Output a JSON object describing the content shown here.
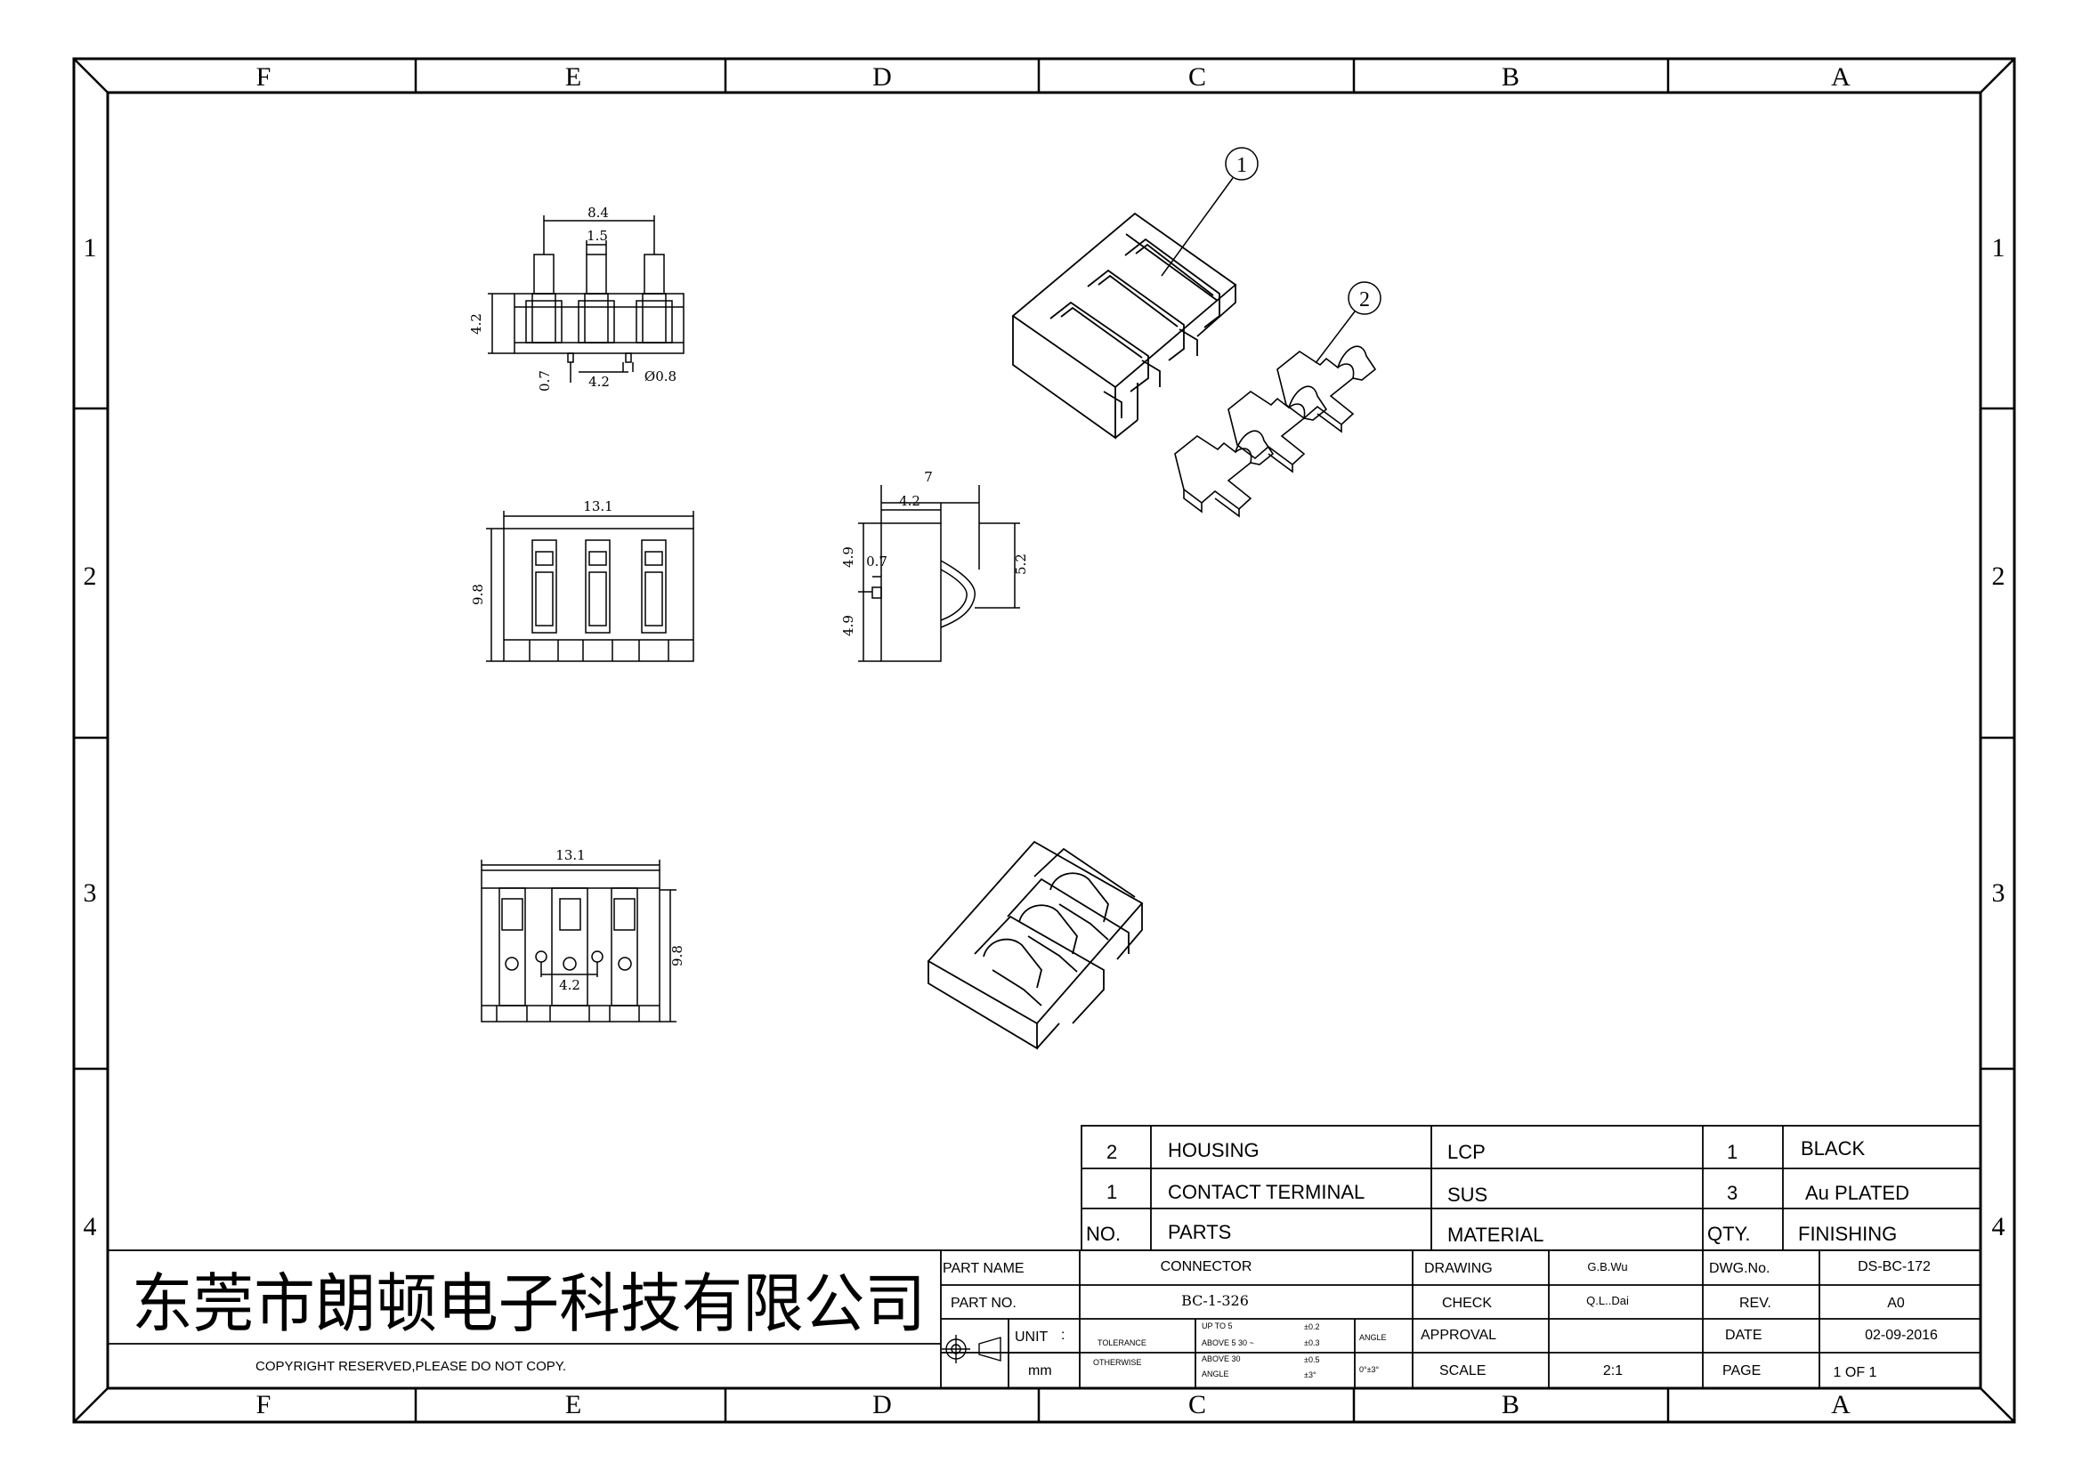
{
  "frame": {
    "columns": [
      "F",
      "E",
      "D",
      "C",
      "B",
      "A"
    ],
    "rows": [
      "1",
      "2",
      "3",
      "4"
    ]
  },
  "dimensions": {
    "front_pitch_overall": "8.4",
    "front_slot": "1.5",
    "front_height": "4.2",
    "front_pin": "0.7",
    "front_pitch": "4.2",
    "front_hole": "Ø0.8",
    "top_width": "13.1",
    "top_depth": "9.8",
    "side_overall": "7",
    "side_body": "4.2",
    "side_upper": "4.9",
    "side_lower": "4.9",
    "side_tab": "0.7",
    "side_contact": "5.2",
    "bottom_width": "13.1",
    "bottom_depth": "9.8",
    "bottom_pitch": "4.2"
  },
  "balloons": {
    "housing": "1",
    "terminal": "2"
  },
  "bom": {
    "rows": [
      {
        "no": "2",
        "part": "HOUSING",
        "material": "LCP",
        "qty": "1",
        "finish": "BLACK"
      },
      {
        "no": "1",
        "part": "CONTACT TERMINAL",
        "material": "SUS",
        "qty": "3",
        "finish": "Au PLATED"
      }
    ],
    "header": {
      "no": "NO.",
      "part": "PARTS",
      "material": "MATERIAL",
      "qty": "QTY.",
      "finish": "FINISHING"
    }
  },
  "title_block": {
    "company": "东莞市朗顿电子科技有限公司",
    "copyright": "COPYRIGHT RESERVED,PLEASE DO NOT COPY.",
    "part_name_label": "PART NAME",
    "part_name": "CONNECTOR",
    "part_no_label": "PART NO.",
    "part_no": "BC-1-326",
    "unit_label": "UNIT",
    "unit_colon": ":",
    "unit": "mm",
    "tolerance_label": "TOLERANCE",
    "otherwise_label": "OTHERWISE",
    "tol_rows": [
      {
        "range": "UP TO 5",
        "value": "±0.2"
      },
      {
        "range": "ABOVE 5  30 ~",
        "value": "±0.3"
      },
      {
        "range": "ABOVE 30",
        "value": "±0.5"
      },
      {
        "range": "ANGLE",
        "value": "±3°"
      }
    ],
    "angle_label": "ANGLE",
    "angle_value": "0°±3°",
    "drawing_label": "DRAWING",
    "drawing": "G.B.Wu",
    "check_label": "CHECK",
    "check": "Q.L..Dai",
    "approval_label": "APPROVAL",
    "approval": "",
    "scale_label": "SCALE",
    "scale": "2:1",
    "dwg_no_label": "DWG.No.",
    "dwg_no": "DS-BC-172",
    "rev_label": "REV.",
    "rev": "A0",
    "date_label": "DATE",
    "date": "02-09-2016",
    "page_label": "PAGE",
    "page": "1 OF 1"
  }
}
